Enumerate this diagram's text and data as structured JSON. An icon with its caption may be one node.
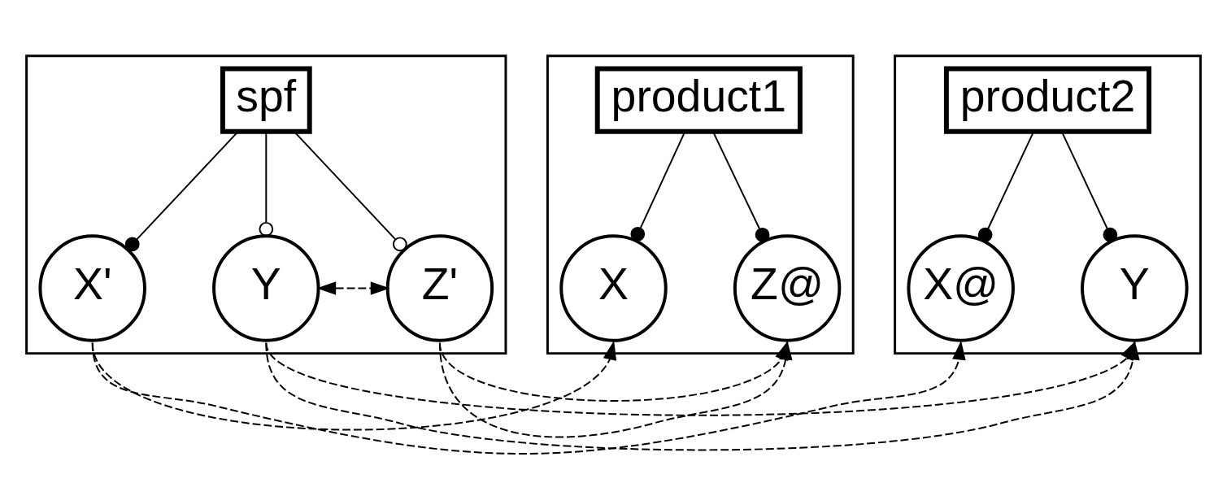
{
  "diagram": {
    "nodes": [
      {
        "text": [],
        "shape": "box"
      },
      {
        "text": [
          "spf"
        ],
        "in": 0
      },
      {
        "text": [
          "X'"
        ],
        "in": 0
      },
      {
        "text": [
          "Y"
        ],
        "in": 0
      },
      {
        "text": [
          "Z'"
        ],
        "in": 0
      },
      {
        "text": [],
        "shape": "box"
      },
      {
        "text": [
          "product1"
        ],
        "in": 5
      },
      {
        "text": [
          "X"
        ],
        "in": 5
      },
      {
        "text": [
          "Z@"
        ],
        "in": 5
      },
      {
        "text": [],
        "shape": "box"
      },
      {
        "text": [
          "product2"
        ],
        "in": 9
      },
      {
        "text": [
          "X@"
        ],
        "in": 9
      },
      {
        "text": [
          "Y"
        ],
        "in": 9
      }
    ],
    "edges": [
      {
        "from": 1,
        "to": 2,
        "arrow": "other"
      },
      {
        "from": 1,
        "to": 3,
        "arrow": "other"
      },
      {
        "from": 1,
        "to": 4,
        "arrow": "other"
      },
      {
        "from": 3,
        "to": 4,
        "arrow": "both",
        "style": "dashed"
      },
      {
        "from": 6,
        "to": 7,
        "arrow": "other"
      },
      {
        "from": 6,
        "to": 8,
        "arrow": "other"
      },
      {
        "from": 10,
        "to": 11,
        "arrow": "other"
      },
      {
        "from": 10,
        "to": 12,
        "arrow": "other"
      },
      {
        "from": 2,
        "to": 7,
        "arrow": "to",
        "style": "dashed"
      },
      {
        "from": 2,
        "to": 11,
        "arrow": "to",
        "style": "dashed"
      },
      {
        "from": 3,
        "to": 12,
        "arrow": "to",
        "style": "dashed"
      },
      {
        "from": 4,
        "to": 8,
        "arrow": "to",
        "style": "dashed"
      }
    ]
  }
}
